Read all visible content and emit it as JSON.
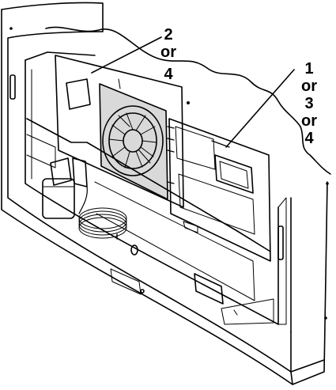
{
  "callouts": {
    "left": [
      "2",
      "or",
      "4"
    ],
    "right": [
      "1",
      "or",
      "3",
      "or",
      "4"
    ]
  },
  "colors": {
    "line": "#000000",
    "fan_panel": "#d9d9d9",
    "background": "#ffffff"
  }
}
